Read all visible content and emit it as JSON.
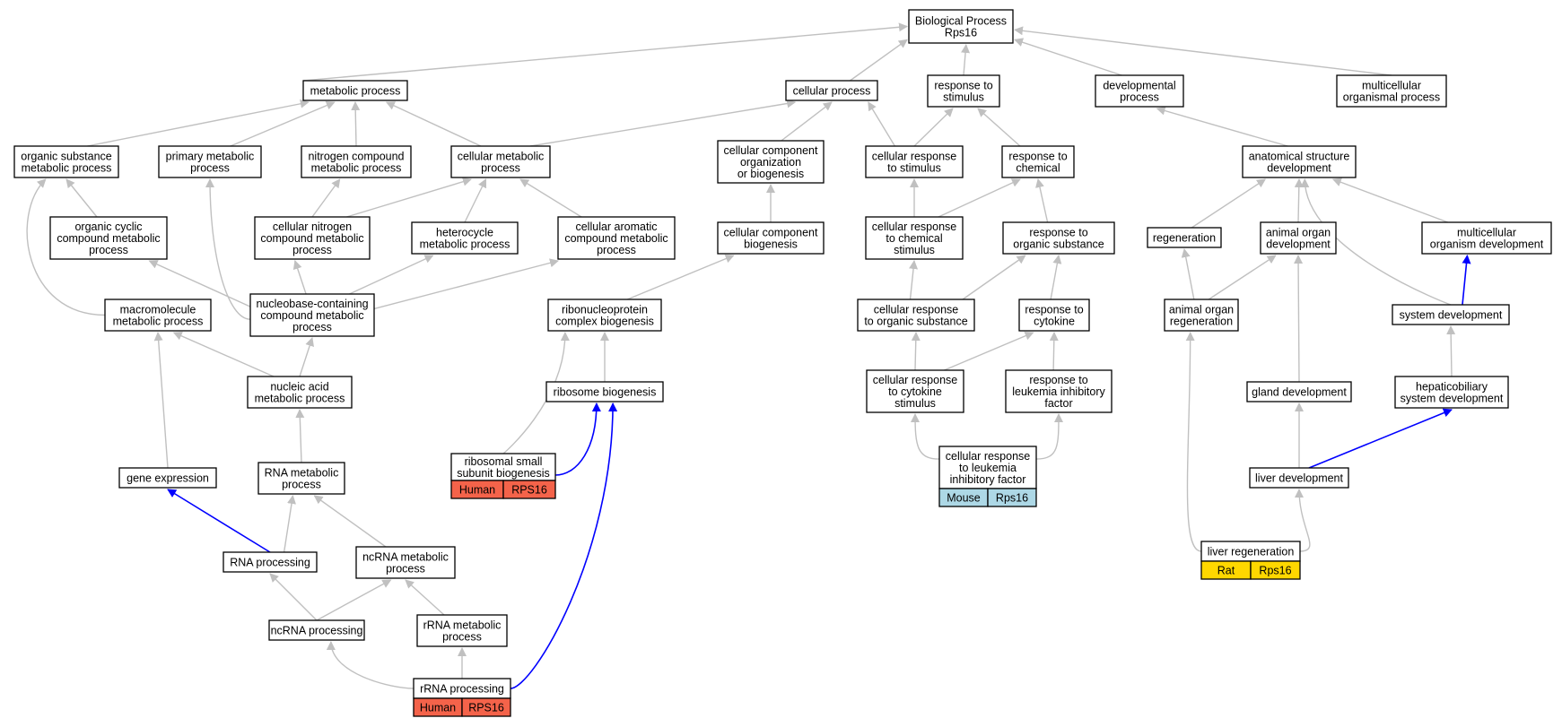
{
  "root": {
    "line1": "Biological Process",
    "line2": "Rps16"
  },
  "nodes": {
    "metabolic_process": [
      "metabolic process"
    ],
    "cellular_process": [
      "cellular process"
    ],
    "response_to_stimulus": [
      "response to",
      "stimulus"
    ],
    "developmental_process": [
      "developmental",
      "process"
    ],
    "multicellular_organismal_process": [
      "multicellular",
      "organismal process"
    ],
    "organic_substance_metabolic_process": [
      "organic substance",
      "metabolic process"
    ],
    "primary_metabolic_process": [
      "primary metabolic",
      "process"
    ],
    "nitrogen_compound_metabolic_process": [
      "nitrogen compound",
      "metabolic process"
    ],
    "cellular_metabolic_process": [
      "cellular metabolic",
      "process"
    ],
    "cellular_component_org": [
      "cellular component",
      "organization",
      "or biogenesis"
    ],
    "cellular_response_to_stimulus": [
      "cellular response",
      "to stimulus"
    ],
    "response_to_chemical": [
      "response to",
      "chemical"
    ],
    "anatomical_structure_development": [
      "anatomical structure",
      "development"
    ],
    "organic_cyclic": [
      "organic cyclic",
      "compound metabolic",
      "process"
    ],
    "cellular_nitrogen": [
      "cellular nitrogen",
      "compound metabolic",
      "process"
    ],
    "heterocycle": [
      "heterocycle",
      "metabolic process"
    ],
    "cellular_aromatic": [
      "cellular aromatic",
      "compound metabolic",
      "process"
    ],
    "cellular_component_biogenesis": [
      "cellular component",
      "biogenesis"
    ],
    "cellular_response_to_chemical": [
      "cellular response",
      "to chemical",
      "stimulus"
    ],
    "response_to_organic": [
      "response to",
      "organic substance"
    ],
    "regeneration": [
      "regeneration"
    ],
    "animal_organ_development": [
      "animal organ",
      "development"
    ],
    "multicellular_organism_development": [
      "multicellular",
      "organism development"
    ],
    "macromolecule": [
      "macromolecule",
      "metabolic process"
    ],
    "nucleobase": [
      "nucleobase-containing",
      "compound metabolic",
      "process"
    ],
    "rnp_biogenesis": [
      "ribonucleoprotein",
      "complex biogenesis"
    ],
    "cellular_response_to_organic": [
      "cellular response",
      "to organic substance"
    ],
    "response_to_cytokine": [
      "response to",
      "cytokine"
    ],
    "animal_organ_regeneration": [
      "animal organ",
      "regeneration"
    ],
    "system_development": [
      "system development"
    ],
    "nucleic_acid": [
      "nucleic acid",
      "metabolic process"
    ],
    "ribosome_biogenesis": [
      "ribosome biogenesis"
    ],
    "cellular_response_to_cytokine": [
      "cellular response",
      "to cytokine",
      "stimulus"
    ],
    "response_to_lif": [
      "response to",
      "leukemia inhibitory",
      "factor"
    ],
    "gland_development": [
      "gland development"
    ],
    "hepatobiliary": [
      "hepaticobiliary",
      "system development"
    ],
    "ribosomal_small": [
      "ribosomal small",
      "subunit biogenesis"
    ],
    "cellular_response_to_lif": [
      "cellular response",
      "to leukemia",
      "inhibitory factor"
    ],
    "gene_expression": [
      "gene expression"
    ],
    "rna_metabolic": [
      "RNA metabolic",
      "process"
    ],
    "liver_development": [
      "liver development"
    ],
    "rna_processing": [
      "RNA processing"
    ],
    "ncrna_metabolic": [
      "ncRNA metabolic",
      "process"
    ],
    "liver_regeneration": [
      "liver regeneration"
    ],
    "ncrna_processing": [
      "ncRNA processing"
    ],
    "rrna_metabolic": [
      "rRNA metabolic",
      "process"
    ],
    "rrna_processing": [
      "rRNA processing"
    ]
  },
  "annotations": {
    "ribosomal_small": {
      "species": "Human",
      "gene": "RPS16",
      "color": "#f4634a"
    },
    "cellular_response_to_lif": {
      "species": "Mouse",
      "gene": "Rps16",
      "color": "#add8e6"
    },
    "liver_regeneration": {
      "species": "Rat",
      "gene": "Rps16",
      "color": "#ffd700"
    },
    "rrna_processing": {
      "species": "Human",
      "gene": "RPS16",
      "color": "#f4634a"
    }
  },
  "colors": {
    "edge": "#c0c0c0",
    "highlight_edge": "#0000ff",
    "node_border": "#000000",
    "node_fill": "#ffffff"
  }
}
